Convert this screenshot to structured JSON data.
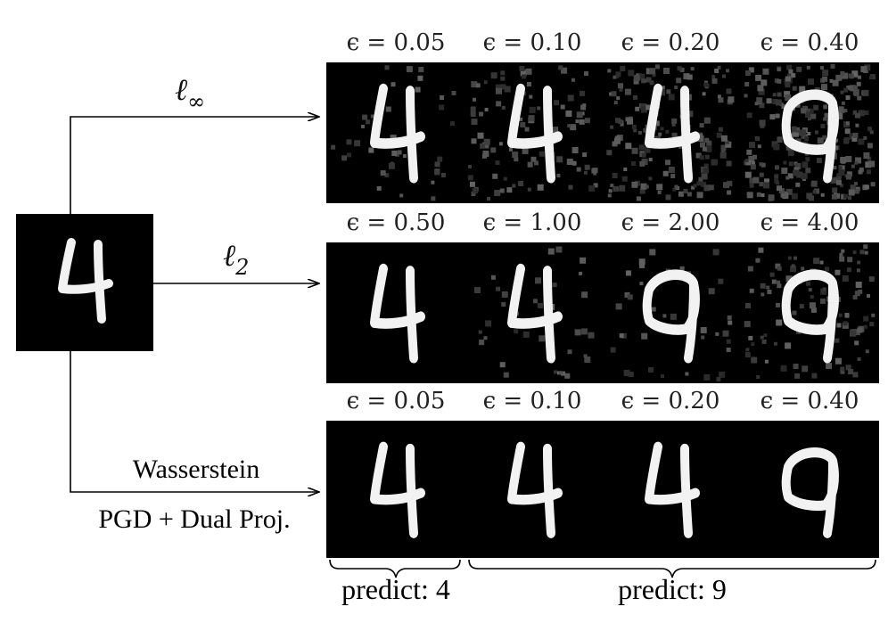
{
  "source_image": {
    "digit": "4"
  },
  "rows": [
    {
      "attack_label": "ℓ",
      "attack_subscript": "∞",
      "panels": [
        {
          "epsilon": "ϵ = 0.05",
          "digit": "4",
          "noise": "low"
        },
        {
          "epsilon": "ϵ = 0.10",
          "digit": "4",
          "noise": "medium"
        },
        {
          "epsilon": "ϵ = 0.20",
          "digit": "4",
          "noise": "high"
        },
        {
          "epsilon": "ϵ = 0.40",
          "digit": "9",
          "noise": "very-high"
        }
      ]
    },
    {
      "attack_label": "ℓ",
      "attack_subscript": "2",
      "panels": [
        {
          "epsilon": "ϵ = 0.50",
          "digit": "4",
          "noise": "none"
        },
        {
          "epsilon": "ϵ = 1.00",
          "digit": "4",
          "noise": "low"
        },
        {
          "epsilon": "ϵ = 2.00",
          "digit": "9",
          "noise": "low"
        },
        {
          "epsilon": "ϵ = 4.00",
          "digit": "9",
          "noise": "medium"
        }
      ]
    },
    {
      "attack_label_line1": "Wasserstein",
      "attack_label_line2": "PGD + Dual Proj.",
      "panels": [
        {
          "epsilon": "ϵ = 0.05",
          "digit": "4",
          "noise": "none"
        },
        {
          "epsilon": "ϵ = 0.10",
          "digit": "4",
          "noise": "none"
        },
        {
          "epsilon": "ϵ = 0.20",
          "digit": "4",
          "noise": "none"
        },
        {
          "epsilon": "ϵ = 0.40",
          "digit": "9",
          "noise": "none"
        }
      ]
    }
  ],
  "predictions": [
    {
      "label": "predict: 4",
      "spans_panels": 1
    },
    {
      "label": "predict: 9",
      "spans_panels": 3
    }
  ],
  "colors": {
    "background": "#ffffff",
    "panel": "#000000",
    "digit_stroke": "#f2f2f2",
    "noise": "#5a5a5a"
  }
}
